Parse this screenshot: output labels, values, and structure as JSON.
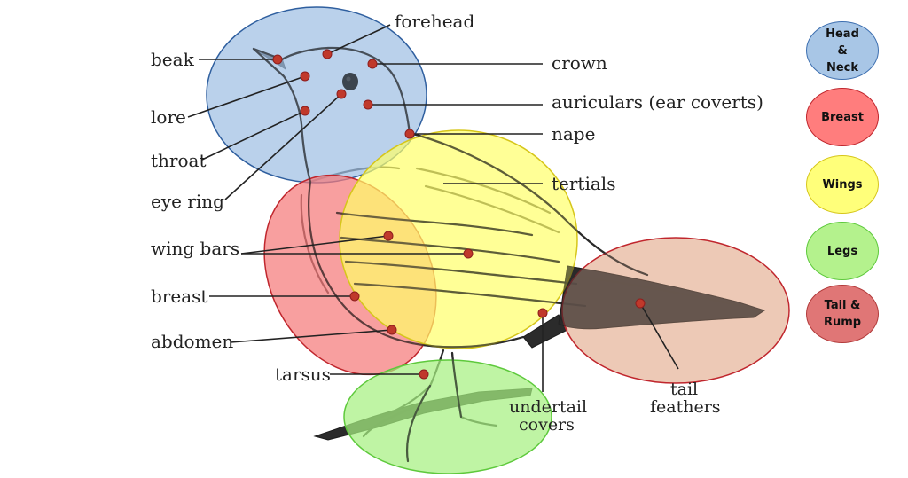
{
  "labels": {
    "forehead": "forehead",
    "beak": "beak",
    "crown": "crown",
    "lore": "lore",
    "auriculars": "auriculars (ear coverts)",
    "throat": "throat",
    "nape": "nape",
    "eye_ring": "eye ring",
    "tertials": "tertials",
    "wing_bars": "wing bars",
    "breast": "breast",
    "abdomen": "abdomen",
    "tarsus": "tarsus",
    "undertail_line1": "undertail",
    "undertail_line2": "covers",
    "tail_line1": "tail",
    "tail_line2": "feathers"
  },
  "legend": [
    {
      "key": "head-neck",
      "text": "Head\n&\nNeck",
      "fill": "#a8c6e6",
      "stroke": "#3d6fb0"
    },
    {
      "key": "breast",
      "text": "Breast",
      "fill": "#ff7d7d",
      "stroke": "#c0262d"
    },
    {
      "key": "wings",
      "text": "Wings",
      "fill": "#ffff7a",
      "stroke": "#d6c61a"
    },
    {
      "key": "legs",
      "text": "Legs",
      "fill": "#b4f28d",
      "stroke": "#5ec93c"
    },
    {
      "key": "tail-rump",
      "text": "Tail &\nRump",
      "fill": "#e07676",
      "stroke": "#b23a3a"
    }
  ],
  "colors": {
    "head_region": "#9fbfe3",
    "breast_region": "#f57a7a",
    "wings_region": "#ffff6a",
    "legs_region": "#a6f081",
    "tail_region": "#e6b49a",
    "marker_dot": "#c0392b"
  }
}
